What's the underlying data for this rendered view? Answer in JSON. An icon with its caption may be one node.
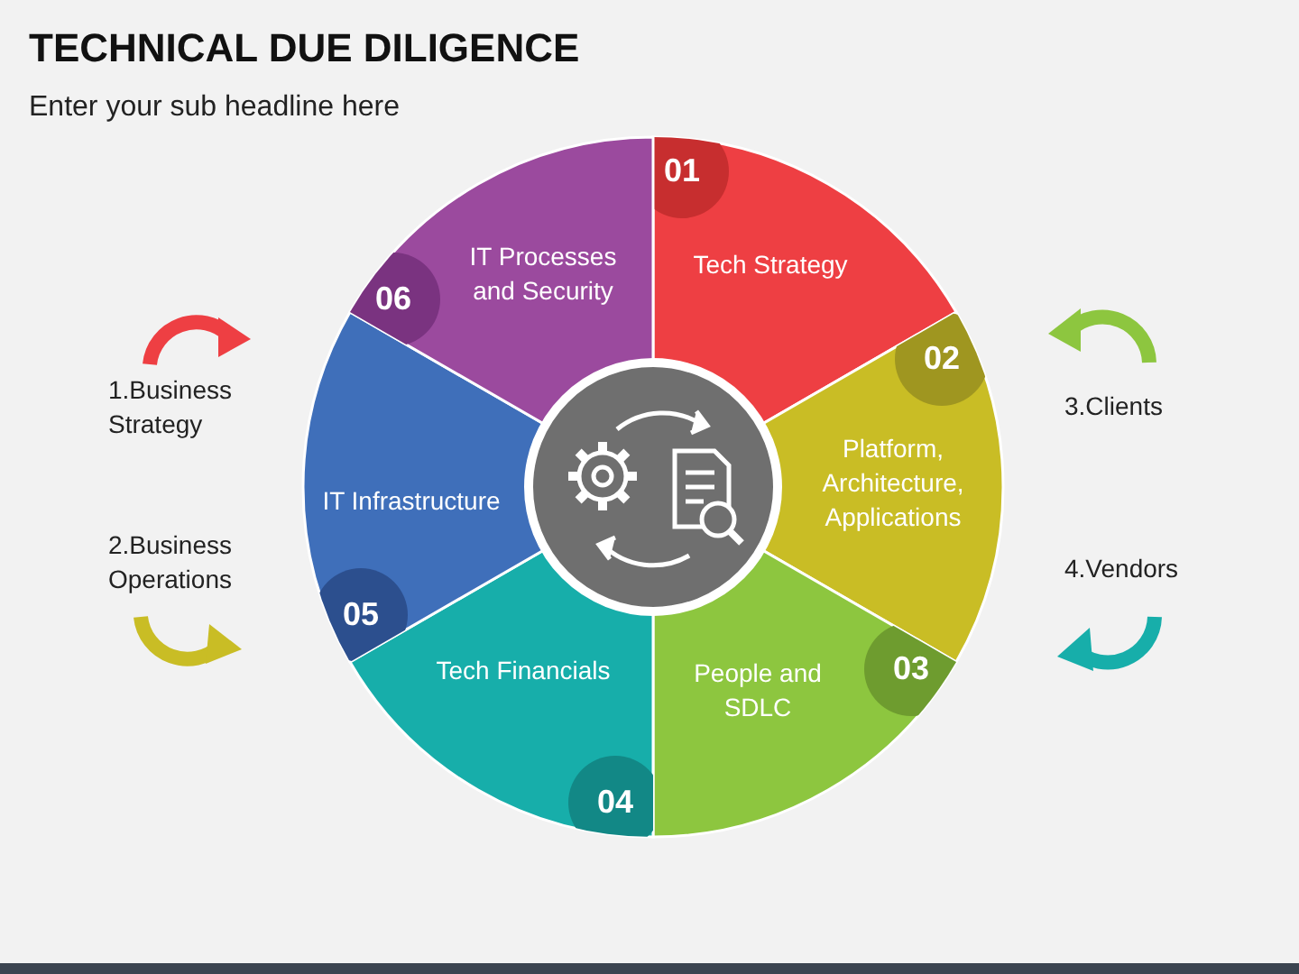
{
  "diagram": {
    "title": "TECHNICAL DUE DILIGENCE",
    "nodes": [
      {
        "text": [
          "01",
          "Tech Strategy"
        ]
      },
      {
        "text": [
          "02",
          "Platform, Architecture, Applications"
        ]
      },
      {
        "text": [
          "People and SDLC",
          "03"
        ]
      },
      {
        "text": [
          "Tech Financials",
          "04"
        ]
      },
      {
        "text": [
          "IT Infrastructure",
          "05"
        ]
      },
      {
        "text": [
          "06",
          "IT Processes and Security"
        ]
      },
      {
        "text": [],
        "shape": "circle"
      }
    ],
    "labels": [
      "Enter your sub headline here",
      "1.Business Strategy",
      "2.Business Operations",
      "3.Clients",
      "4.Vendors"
    ]
  }
}
